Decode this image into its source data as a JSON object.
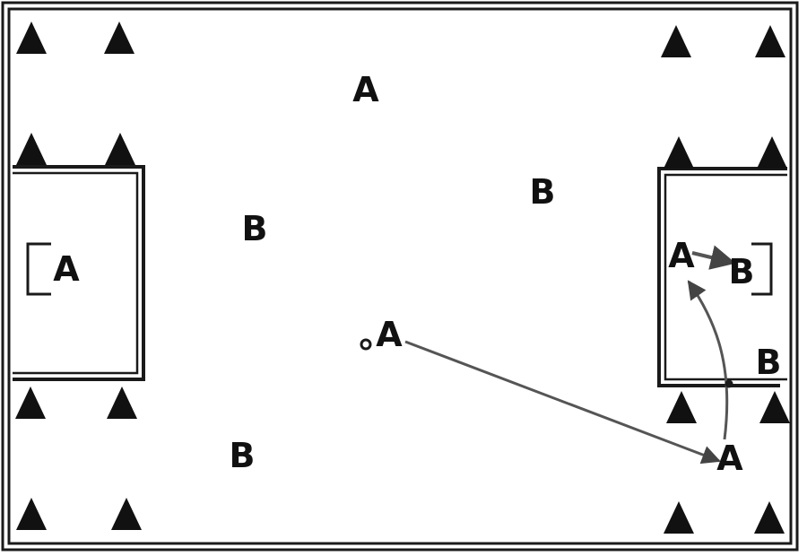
{
  "colors": {
    "line": "#1a1a1a",
    "cone": "#111111",
    "arrow": "#555555",
    "background": "#ffffff"
  },
  "field": {
    "players": [
      {
        "team": "A"
      },
      {
        "team": "B"
      },
      {
        "team": "A"
      },
      {
        "team": "B"
      },
      {
        "team": "A"
      },
      {
        "team": "B"
      },
      {
        "team": "A"
      },
      {
        "team": "B"
      },
      {
        "team": "A"
      },
      {
        "team": "B"
      }
    ]
  }
}
